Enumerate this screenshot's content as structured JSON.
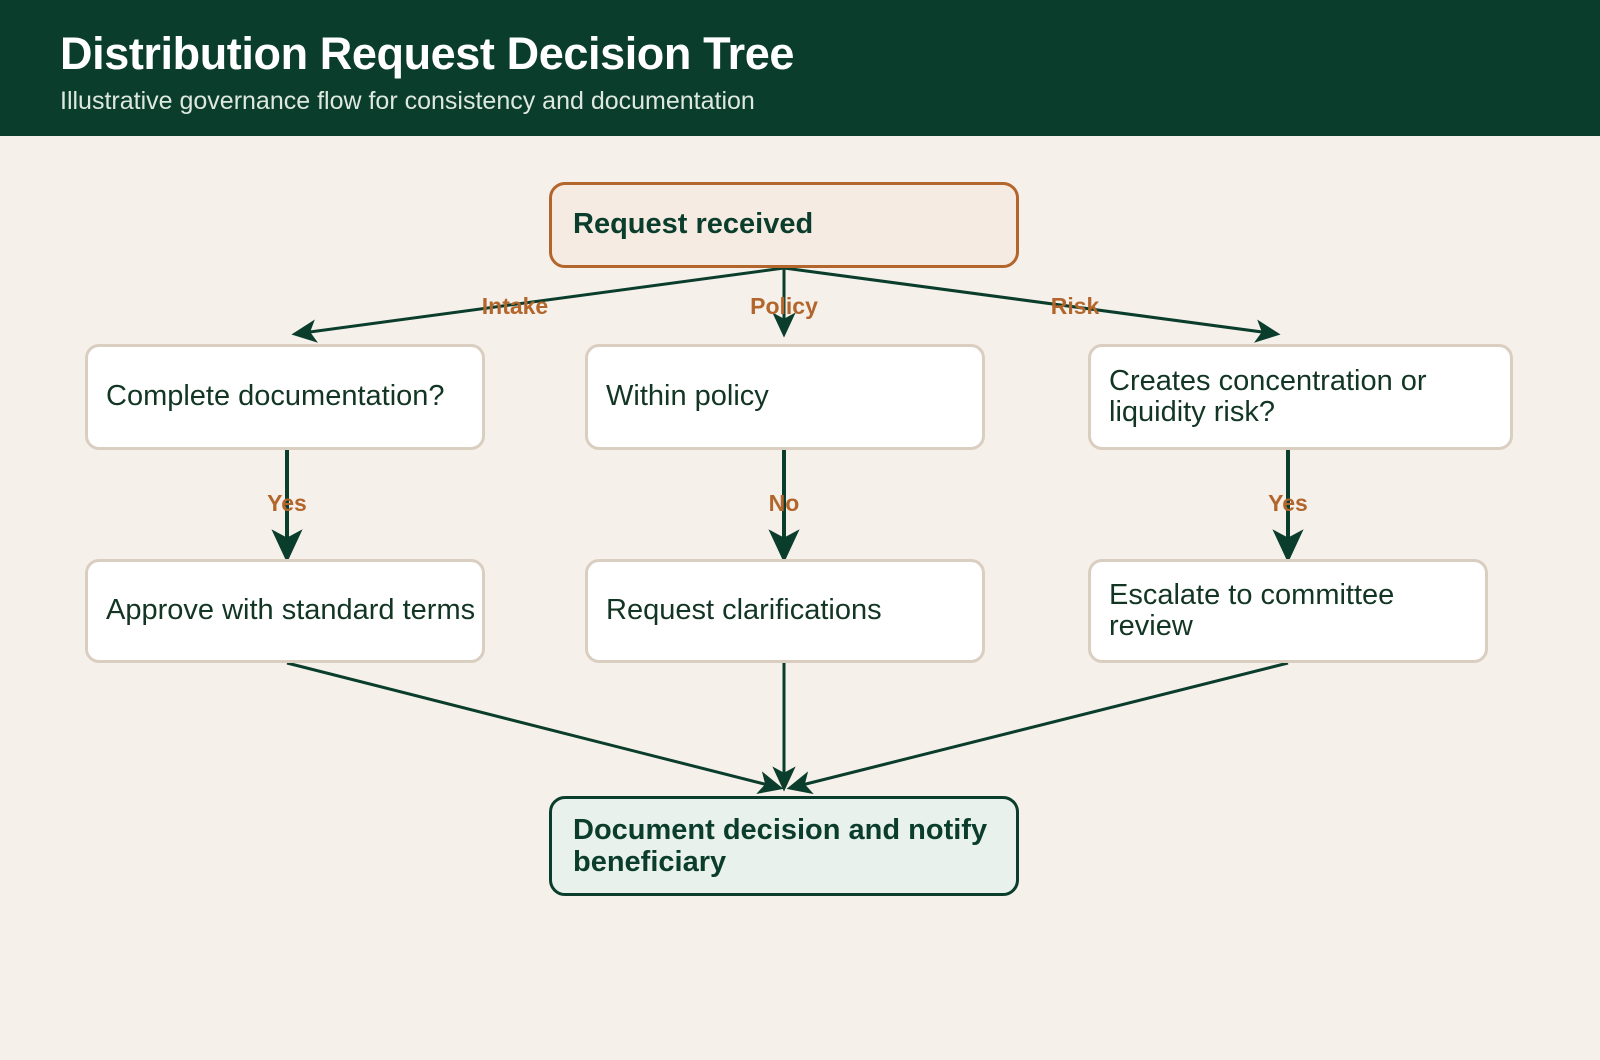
{
  "header": {
    "title": "Distribution Request Decision Tree",
    "subtitle": "Illustrative governance flow for consistency and documentation",
    "band_color": "#0B3D2C",
    "title_color": "#FFFFFF",
    "subtitle_color": "#DDE8E0"
  },
  "canvas": {
    "background": "#F5F1EA"
  },
  "palette": {
    "root_border": "#B3662C",
    "root_fill": "#F5EBE2",
    "step_border": "#D9CEC0",
    "step_fill": "#FFFFFF",
    "terminal_border": "#0B3D2C",
    "terminal_fill": "#E9F1ED",
    "edge_stroke": "#0B3D2C",
    "edge_label_color": "#B3662C",
    "node_text_color": "#123524"
  },
  "diagram": {
    "type": "decision-tree",
    "root": {
      "id": "request-received",
      "label": "Request received"
    },
    "branches": [
      {
        "id": "intake",
        "edge_label": "Intake",
        "decision": "Complete documentation?",
        "answer_label": "Yes",
        "outcome": "Approve with standard terms"
      },
      {
        "id": "policy",
        "edge_label": "Policy",
        "decision": "Within policy",
        "answer_label": "No",
        "outcome": "Request clarifications"
      },
      {
        "id": "risk",
        "edge_label": "Risk",
        "decision": "Creates concentration or liquidity risk?",
        "answer_label": "Yes",
        "outcome": "Escalate to committee review"
      }
    ],
    "terminal": {
      "id": "document-decision",
      "label": "Document decision and notify beneficiary"
    }
  }
}
